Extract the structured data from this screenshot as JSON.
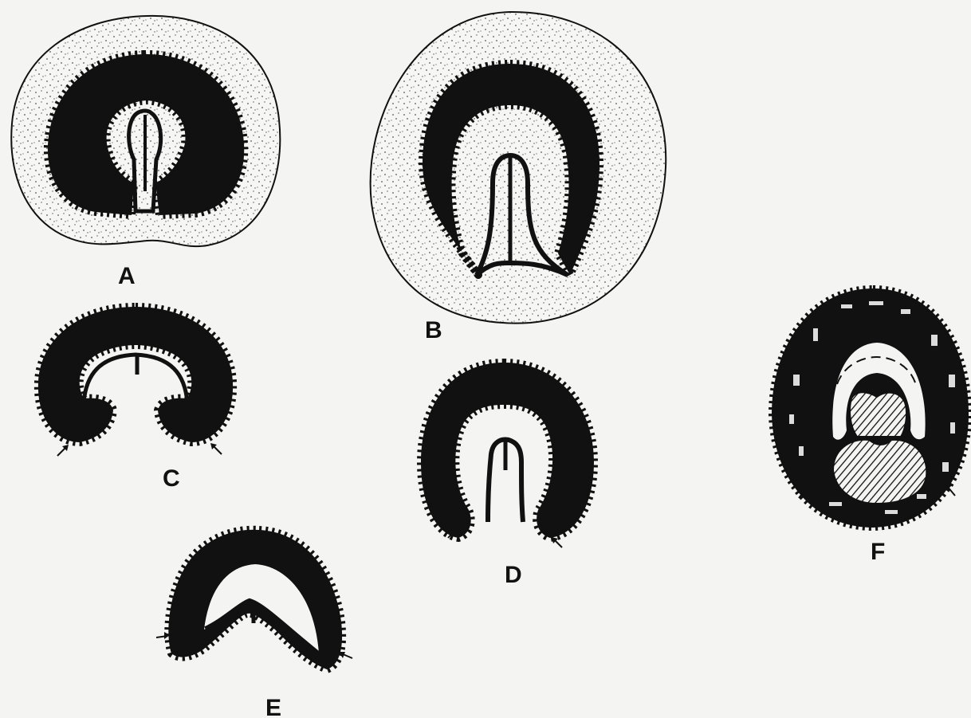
{
  "panels": [
    {
      "id": "A",
      "label": "A"
    },
    {
      "id": "B",
      "label": "B"
    },
    {
      "id": "C",
      "label": "C"
    },
    {
      "id": "D",
      "label": "D"
    },
    {
      "id": "E",
      "label": "E"
    },
    {
      "id": "F",
      "label": "F"
    }
  ],
  "colors": {
    "ink": "#111111",
    "paper": "#f4f4f2",
    "stipple": "#444444"
  }
}
